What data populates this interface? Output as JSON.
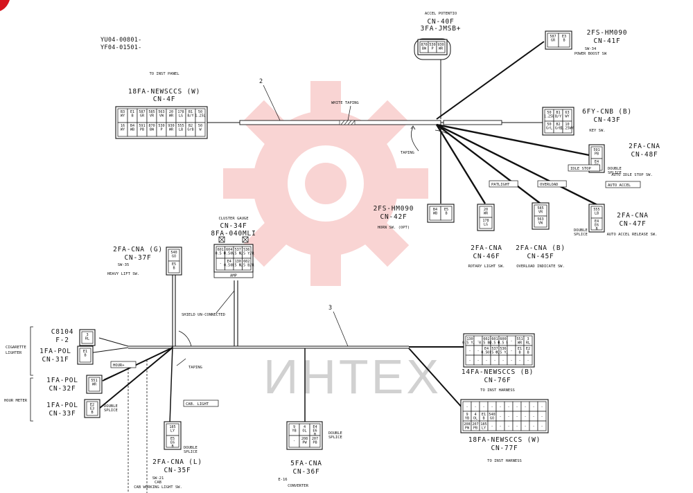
{
  "doc": {
    "serials": [
      "YU04-00801-",
      "YF04-01501-"
    ]
  },
  "wires": {
    "main": "2",
    "lower": "3"
  },
  "notes": {
    "white_taping": "WHITE TAPING",
    "taping_1": "TAPING",
    "taping_2": "TAPING",
    "shield": "SHIELD UN-CONNECTED",
    "cigarette": [
      "CIGARETTE",
      "LIGHTER"
    ],
    "hour_meter": "HOUR METER",
    "hour_plus": "HOUR+"
  },
  "watermark": {
    "text": "ИНТЕХ",
    "color": "#e8403a"
  },
  "connectors": {
    "cn4f": {
      "top": "TO INST PANEL",
      "part": "18FA-NEWSCCS (W)",
      "cn": "CN-4F",
      "cells": [
        [
          "B3\nWY",
          "E1\nB",
          "587\nGR",
          "585\nVR",
          "563\nVW",
          "20\nWR",
          "178\nLG",
          "B1\nB/Y",
          "50\n1.25L"
        ],
        [
          "16\nWY",
          "B4\nWB",
          "591\nPB",
          "870\nBW",
          "530\nP",
          "930\nWR",
          "555\nLB",
          "B2\nGrB",
          "50\nW"
        ]
      ]
    },
    "cn40f": {
      "top": "ACCEL POTENTIO",
      "cn": "CN-40F",
      "part": "3FA-JMSB+",
      "cells": [
        [
          "870\nBW",
          "530\nP",
          "930\nWR"
        ]
      ]
    },
    "cn41f": {
      "part": "2FS-HM090",
      "cn": "CN-41F",
      "sub": [
        "SW-34",
        "POWER BOOST SW"
      ],
      "cells": [
        [
          "587\nGR",
          "E3\nB"
        ]
      ]
    },
    "cn43f": {
      "part": "6FY-CNB (B)",
      "cn": "CN-43F",
      "sub": [
        "KEY SW."
      ],
      "cells": [
        [
          "50\n1.25L",
          "B1\nB/Y",
          "63\nWY"
        ],
        [
          "50\nGrL",
          "B2\nGrB",
          "10\n1.25WY"
        ]
      ]
    },
    "cn48f": {
      "part": "2FA-CNA",
      "cn": "CN-48F",
      "sub": [
        "AUTO IDLE STOP SW."
      ],
      "tag": "IDLE STOP",
      "splice": [
        "DOUBLE",
        "SPLICE"
      ],
      "cells": [
        [
          "591\nPB"
        ],
        [
          "E4\nE5\nB"
        ]
      ]
    },
    "cn42f": {
      "part": "2FS-HM090",
      "cn": "CN-42F",
      "sub": [
        "HORN SW. (OPT)"
      ],
      "cells": [
        [
          "B4\nWB",
          "E5\nB"
        ]
      ]
    },
    "cn46f": {
      "part": "2FA-CNA",
      "cn": "CN-46F",
      "sub": [
        "ROTARY LIGHT SW."
      ],
      "tag": "PATLIGHT",
      "cells": [
        [
          "20\nWR"
        ],
        [
          "178\nLG"
        ]
      ]
    },
    "cn45f": {
      "part": "2FA-CNA (B)",
      "cn": "CN-45F",
      "sub": [
        "OVERLOAD INDICATE SW."
      ],
      "tag": "OVERLOAD",
      "cells": [
        [
          "585\nVR"
        ],
        [
          "563\nVW"
        ]
      ]
    },
    "cn47f": {
      "part": "2FA-CNA",
      "cn": "CN-47F",
      "sub": [
        "AUTO ACCEL RELEASE SW."
      ],
      "tag": "AUTO ACCEL",
      "splice": [
        "DOUBLE",
        "SPLICE"
      ],
      "cells": [
        [
          "555\nLB"
        ],
        [
          "E4\nE6\nB"
        ]
      ]
    },
    "cn34f": {
      "top": "CLUSTER GAUGE",
      "cn": "CN-34F",
      "part": "8FA-040MLI",
      "amp": "AMP",
      "cells": [
        [
          "601\n0.5 R",
          "604\n0.5 W",
          "537\n0.5 Y/L",
          "536\n0.5 Y/R"
        ],
        [
          "-",
          "E4\n0.5 B",
          "130\n0.5 Y/B",
          "602\n0.5 B/R"
        ]
      ]
    },
    "cn37f": {
      "part": "2FA-CNA (G)",
      "cn": "CN-37F",
      "sub": [
        "SW-35",
        "HEAVY LIFT SW."
      ],
      "cells": [
        [
          "540\nGO"
        ],
        [
          "E5\nB"
        ]
      ]
    },
    "f2": {
      "part": "C8104",
      "cn": "F-2",
      "cells": [
        [
          "3\nRL"
        ]
      ]
    },
    "cn31f": {
      "part": "1FA-POL",
      "cn": "CN-31F",
      "cells": [
        [
          "E1\nB"
        ]
      ]
    },
    "cn32f": {
      "part": "1FA-POL",
      "cn": "CN-32F",
      "cells": [
        [
          "551\nWR"
        ]
      ]
    },
    "cn33f": {
      "part": "1FA-POL",
      "cn": "CN-33F",
      "splice": [
        "DOUBLE",
        "SPLICE"
      ],
      "cells": [
        [
          "E2\nE3\nB"
        ]
      ]
    },
    "cn35f": {
      "part": "2FA-CNA (L)",
      "cn": "CN-35F",
      "sub": [
        "SW-21",
        "CAB",
        "CAB WORKING LIGHT SW."
      ],
      "tag": "CAB. LIGHT",
      "splice": [
        "DOUBLE",
        "SPLICE"
      ],
      "cells": [
        [
          "185\nLY"
        ],
        [
          "E5\nE6\nB"
        ]
      ]
    },
    "cn36f": {
      "part": "5FA-CNA",
      "cn": "CN-36F",
      "sub": [
        "E-16",
        "CONVERTER"
      ],
      "splice": [
        "DOUBLE",
        "SPLICE"
      ],
      "cells": [
        [
          "9\nYB",
          "4\nOL",
          "E4\nE6\nB"
        ],
        [
          "-",
          "208\nPW",
          "207\nPB"
        ]
      ]
    },
    "cn76f": {
      "part": "14FA-NEWSCCS (B)",
      "cn": "CN-76F",
      "sub": [
        "TO INST HARNESS"
      ],
      "cells": [
        [
          "130\n0.5 Y/B",
          "-",
          "602\n0.5 B/R",
          "601\n0.5 R",
          "600\n0.5 W",
          "-",
          "551\nWR",
          "3\nRL"
        ],
        [
          "-",
          "-",
          "E4\n0.5 B",
          "537\n0.5 Y/L",
          "536\n0.5 Y/R",
          "-",
          "E1\nB",
          "E2\nB"
        ],
        [
          "-",
          "-",
          "-",
          "-",
          "-",
          "-",
          "-",
          "-"
        ]
      ]
    },
    "cn77f": {
      "part": "18FA-NEWSCCS (W)",
      "cn": "CN-77F",
      "sub": [
        "TO INST HARNESS"
      ],
      "cells": [
        [
          "-",
          "-",
          "-",
          "-",
          "-",
          "-",
          "-",
          "-",
          "-",
          "-"
        ],
        [
          "9\nYB",
          "4\nOL",
          "E1\nB",
          "540\nGO",
          "-",
          "-",
          "-",
          "-",
          "-",
          "-"
        ],
        [
          "208\nPW",
          "207\nPB",
          "185\nLY",
          "-",
          "-",
          "-",
          "-",
          "-",
          "-",
          "-"
        ]
      ]
    }
  }
}
